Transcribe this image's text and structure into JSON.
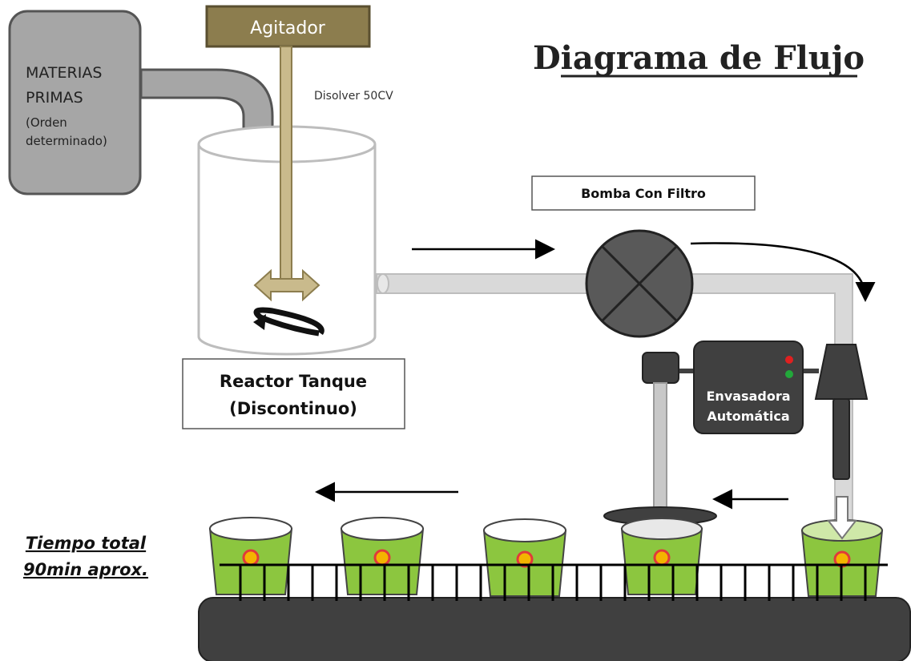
{
  "title": "Diagrama de Flujo",
  "raw_materials": {
    "line1": "MATERIAS",
    "line2": "PRIMAS",
    "line3": "(Orden",
    "line4": "determinado)"
  },
  "agitator": {
    "label": "Agitador",
    "spec": "Disolver 50CV"
  },
  "reactor": {
    "line1": "Reactor Tanque",
    "line2": "(Discontinuo)"
  },
  "pump": {
    "label": "Bomba Con Filtro"
  },
  "filler": {
    "line1": "Envasadora",
    "line2": "Automática",
    "lights": [
      "#e02020",
      "#22a83a"
    ]
  },
  "total_time": {
    "line1": "Tiempo total",
    "line2": "90min aprox."
  },
  "colors": {
    "box_gray": "#a6a6a6",
    "agitator_brown": "#8c7d4e",
    "can_green": "#8cc63f",
    "belt_dark": "#404040",
    "pipe_gray": "#cfcfcf"
  }
}
